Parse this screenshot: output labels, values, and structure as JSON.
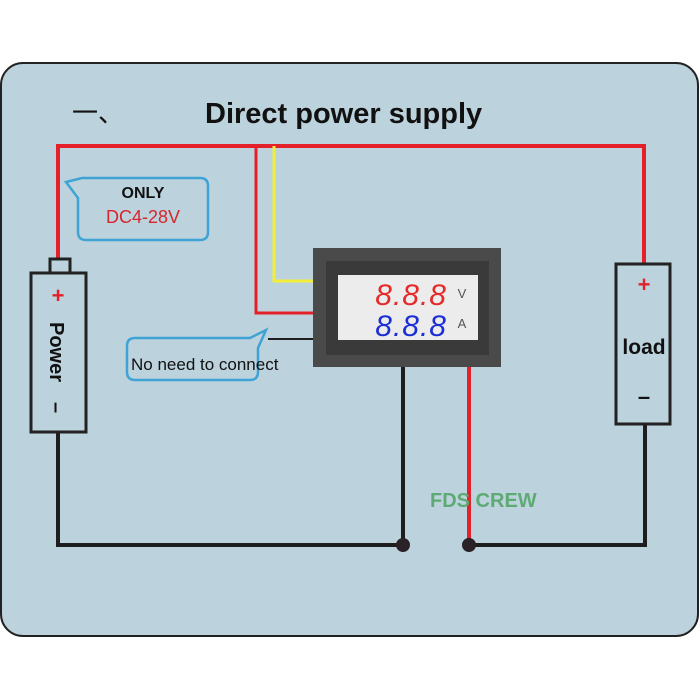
{
  "title": {
    "prefix": "一、",
    "text": "Direct  power supply"
  },
  "note_voltage": {
    "line1": "ONLY",
    "line2": "DC4-28V"
  },
  "note_connect": "No need to connect",
  "power": {
    "label": "Power",
    "plus": "+",
    "minus": "–"
  },
  "load": {
    "label": "load",
    "plus": "+",
    "minus": "–"
  },
  "meter": {
    "voltage_reading": "8.8.8",
    "voltage_unit": "V",
    "current_reading": "8.8.8",
    "current_unit": "A"
  },
  "watermark": "FDS CREW",
  "colors": {
    "background": "#bcd3dd",
    "wire_red": "#e4202a",
    "wire_black": "#1e1e1e",
    "wire_yellow": "#f2ee3a",
    "voltage_digits": "#e52a2a",
    "current_digits": "#1c2fd6",
    "bubble_border": "#3fa3d6",
    "watermark": "#5aa86f"
  }
}
